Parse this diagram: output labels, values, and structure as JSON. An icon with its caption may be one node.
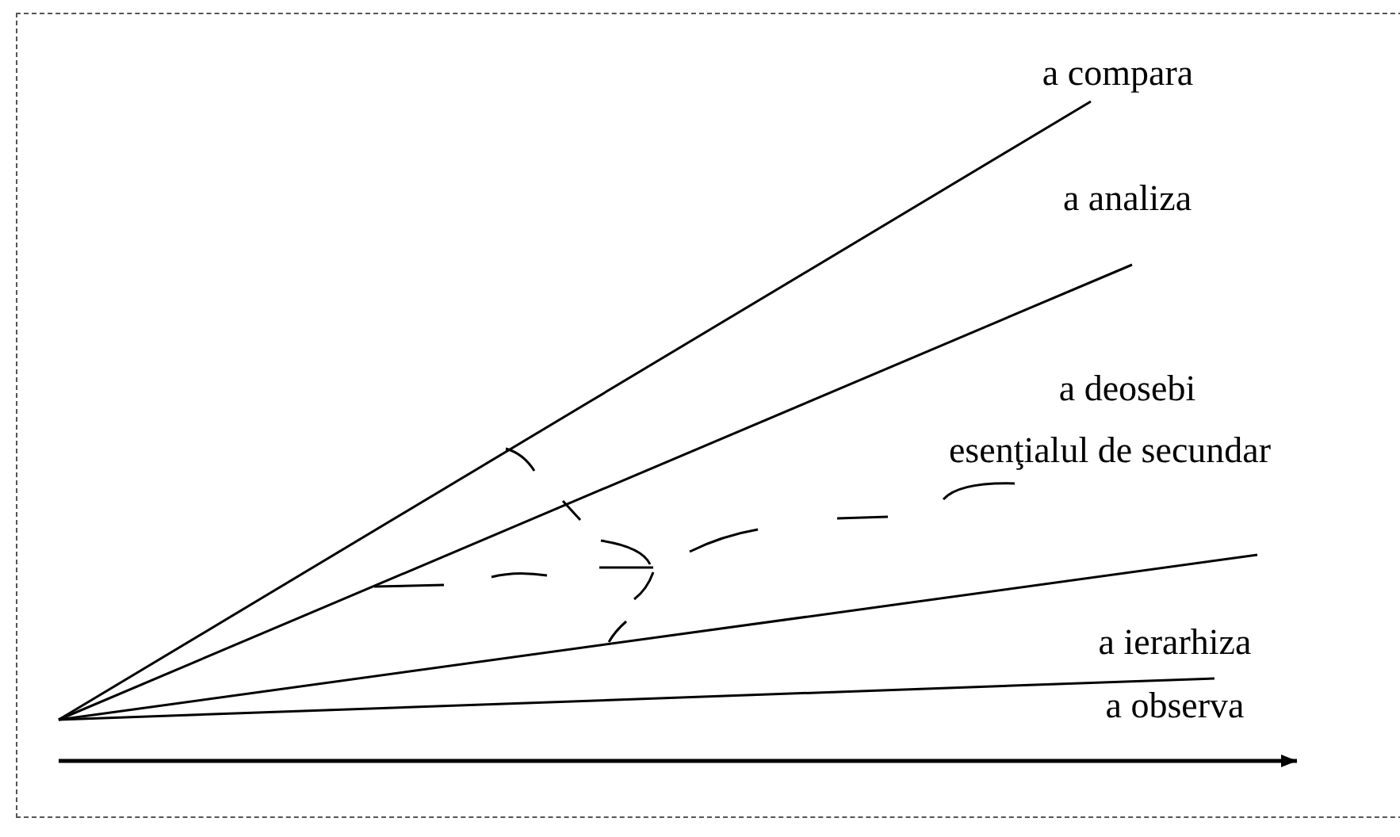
{
  "diagram": {
    "labels": [
      "a compara",
      "a analiza",
      "a deosebi",
      "esenţialul de secundar",
      "a ierarhiza",
      "a observa"
    ]
  }
}
